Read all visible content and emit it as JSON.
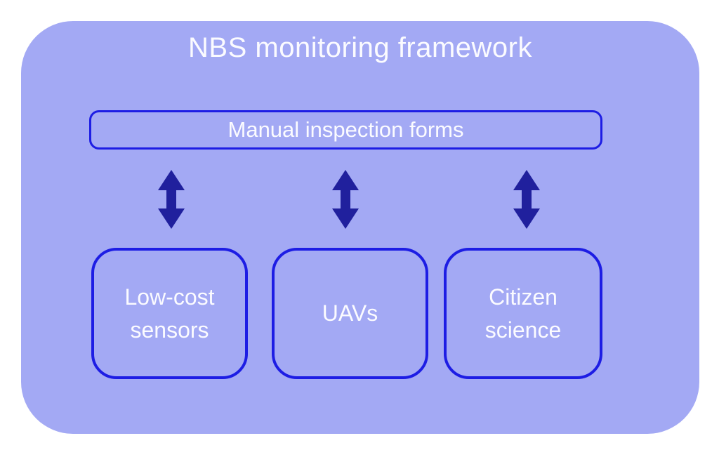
{
  "diagram": {
    "title": "NBS monitoring framework",
    "top_box": {
      "label": "Manual inspection forms"
    },
    "bottom_boxes": [
      {
        "label": "Low-cost sensors"
      },
      {
        "label": "UAVs"
      },
      {
        "label": "Citizen science"
      }
    ],
    "arrows": {
      "count": 3,
      "type": "double-headed-vertical"
    },
    "colors": {
      "page_bg": "#ffffff",
      "container_fill": "#a3a9f4",
      "box_border": "#1d1de4",
      "arrow_color": "#20209d",
      "text_color": "#fbfbff"
    }
  }
}
